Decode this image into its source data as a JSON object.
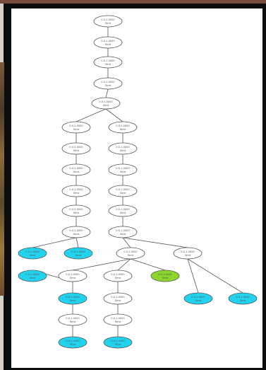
{
  "colors": {
    "node_default": "#ffffff",
    "node_leaf": "#22d3ee",
    "node_highlight": "#8cd62e",
    "edge": "#555555",
    "frame": "#0c0c0c",
    "canvas": "#ffffff"
  },
  "graph": {
    "nodes": [
      {
        "id": "n0",
        "line1": "0.0.1.0000",
        "line2": "Stmt",
        "kind": "default"
      },
      {
        "id": "n1",
        "line1": "0.0.1.0000",
        "line2": "Stmt",
        "kind": "default"
      },
      {
        "id": "n2",
        "line1": "0.0.1.0000",
        "line2": "Stmt",
        "kind": "default"
      },
      {
        "id": "n3",
        "line1": "0.0.1.0000",
        "line2": "Stmt",
        "kind": "default"
      },
      {
        "id": "n4",
        "line1": "0.0.1.0000",
        "line2": "Stmt",
        "kind": "default"
      },
      {
        "id": "L1",
        "line1": "0.0.1.0000",
        "line2": "Stmt",
        "kind": "default"
      },
      {
        "id": "L2",
        "line1": "0.0.1.0000",
        "line2": "Stmt",
        "kind": "default"
      },
      {
        "id": "L3",
        "line1": "0.0.1.0000",
        "line2": "Stmt",
        "kind": "default"
      },
      {
        "id": "L4",
        "line1": "0.0.1.0000",
        "line2": "Stmt",
        "kind": "default"
      },
      {
        "id": "L5",
        "line1": "0.0.1.0000",
        "line2": "Stmt",
        "kind": "default"
      },
      {
        "id": "L6",
        "line1": "0.0.1.0000",
        "line2": "Stmt",
        "kind": "default"
      },
      {
        "id": "C1",
        "line1": "0.0.1.0000",
        "line2": "Stmt",
        "kind": "leaf"
      },
      {
        "id": "C2",
        "line1": "0.0.1.0000",
        "line2": "Stmt",
        "kind": "leaf"
      },
      {
        "id": "R1",
        "line1": "0.0.1.0000",
        "line2": "Stmt",
        "kind": "default"
      },
      {
        "id": "R2",
        "line1": "0.0.1.0000",
        "line2": "Stmt",
        "kind": "default"
      },
      {
        "id": "R3",
        "line1": "0.0.1.0000",
        "line2": "Stmt",
        "kind": "default"
      },
      {
        "id": "R4",
        "line1": "0.0.1.0000",
        "line2": "Stmt",
        "kind": "default"
      },
      {
        "id": "R5",
        "line1": "0.0.1.0000",
        "line2": "Stmt",
        "kind": "default"
      },
      {
        "id": "R6",
        "line1": "0.0.1.0000",
        "line2": "Stmt",
        "kind": "default"
      },
      {
        "id": "M",
        "line1": "0.0.1.0000",
        "line2": "Stmt",
        "kind": "default"
      },
      {
        "id": "F",
        "line1": "0.0.1.0000",
        "line2": "Stmt",
        "kind": "default"
      },
      {
        "id": "C3",
        "line1": "0.0.1.0000",
        "line2": "Stmt",
        "kind": "leaf"
      },
      {
        "id": "D",
        "line1": "0.0.1.0000",
        "line2": "Stmt",
        "kind": "default"
      },
      {
        "id": "G",
        "line1": "0.0.1.0000",
        "line2": "Stmt",
        "kind": "highlight"
      },
      {
        "id": "H",
        "line1": "0.0.1.0000",
        "line2": "Stmt",
        "kind": "default"
      },
      {
        "id": "C4",
        "line1": "0.0.1.0000",
        "line2": "Stmt",
        "kind": "leaf"
      },
      {
        "id": "C5",
        "line1": "0.0.1.0000",
        "line2": "Stmt",
        "kind": "leaf"
      },
      {
        "id": "C6",
        "line1": "0.0.1.0000",
        "line2": "Stmt",
        "kind": "leaf"
      },
      {
        "id": "E",
        "line1": "0.0.1.0000",
        "line2": "Stmt",
        "kind": "default"
      },
      {
        "id": "D2",
        "line1": "0.0.1.0000",
        "line2": "Stmt",
        "kind": "default"
      },
      {
        "id": "C7",
        "line1": "0.0.1.0000",
        "line2": "Stmt",
        "kind": "leaf"
      },
      {
        "id": "E2",
        "line1": "0.0.1.0000",
        "line2": "Stmt",
        "kind": "default"
      },
      {
        "id": "C8",
        "line1": "0.0.1.0000",
        "line2": "Stmt",
        "kind": "leaf"
      }
    ],
    "edges": [
      [
        "n0",
        "n1"
      ],
      [
        "n1",
        "n2"
      ],
      [
        "n2",
        "n3"
      ],
      [
        "n3",
        "n4"
      ],
      [
        "n4",
        "L1"
      ],
      [
        "n4",
        "R1"
      ],
      [
        "L1",
        "L2"
      ],
      [
        "L2",
        "L3"
      ],
      [
        "L3",
        "L4"
      ],
      [
        "L4",
        "L5"
      ],
      [
        "L5",
        "L6"
      ],
      [
        "L6",
        "C1"
      ],
      [
        "L6",
        "C2"
      ],
      [
        "R1",
        "R2"
      ],
      [
        "R2",
        "R3"
      ],
      [
        "R3",
        "R4"
      ],
      [
        "R4",
        "R5"
      ],
      [
        "R5",
        "R6"
      ],
      [
        "R6",
        "M"
      ],
      [
        "R6",
        "H"
      ],
      [
        "M",
        "F"
      ],
      [
        "M",
        "D"
      ],
      [
        "M",
        "G"
      ],
      [
        "F",
        "C3"
      ],
      [
        "C3",
        "E"
      ],
      [
        "E",
        "C7"
      ],
      [
        "D",
        "D2"
      ],
      [
        "D2",
        "E2"
      ],
      [
        "E2",
        "C8"
      ],
      [
        "H",
        "C4"
      ],
      [
        "H",
        "C5"
      ],
      [
        "F",
        "C6"
      ]
    ]
  }
}
